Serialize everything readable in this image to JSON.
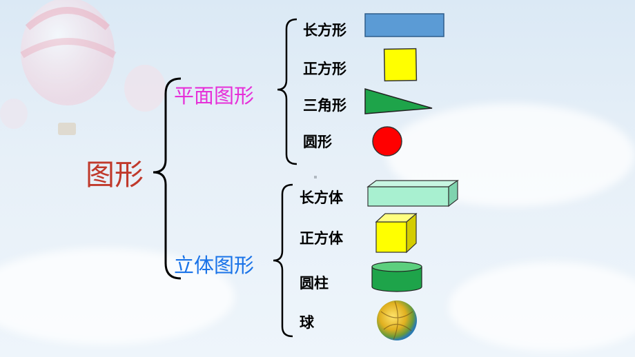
{
  "root": "图形",
  "branches": [
    {
      "label": "平面图形",
      "items": [
        "长方形",
        "正方形",
        "三角形",
        "圆形"
      ]
    },
    {
      "label": "立体图形",
      "items": [
        "长方体",
        "正方体",
        "圆柱",
        "球"
      ]
    }
  ],
  "colors": {
    "root": "#c0392b",
    "plane": "#e62fd8",
    "solid": "#1a73e8",
    "rectangle": "#5b9bd5",
    "square": "#ffff00",
    "triangle": "#1ea44a",
    "circle": "#ff0000",
    "cuboid": "#a8f0d0",
    "cube": "#ffff00",
    "cylinder": "#1ea44a"
  }
}
